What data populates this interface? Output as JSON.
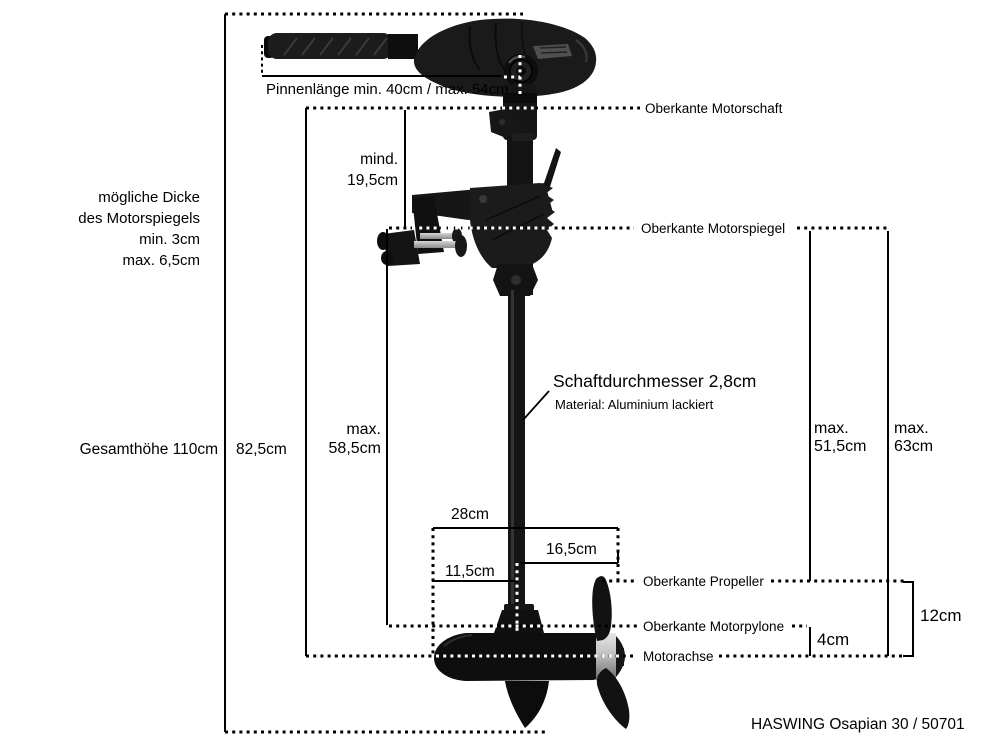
{
  "page": {
    "background": "#ffffff",
    "line_color": "#000000"
  },
  "labels": {
    "pinnenlaenge": "Pinnenlänge min. 40cm / max. 54cm",
    "oberkante_motorschaft": "Oberkante Motorschaft",
    "oberkante_motorspiegel": "Oberkante Motorspiegel",
    "oberkante_propeller": "Oberkante Propeller",
    "oberkante_motorpylone": "Oberkante Motorpylone",
    "motorachse": "Motorachse",
    "schaftdurchmesser": "Schaftdurchmesser 2,8cm",
    "material": "Material: Aluminium lackiert",
    "gesamthoehe": "Gesamthöhe 110cm",
    "hoehe_82_5": "82,5cm",
    "breite_28": "28cm",
    "breite_16_5": "16,5cm",
    "breite_11_5": "11,5cm",
    "abstand_4": "4cm",
    "abstand_12": "12cm",
    "footer": "HASWING Osapian 30 / 50701"
  },
  "multiline": {
    "spiegel_dicke": [
      "mögliche Dicke",
      "des Motorspiegels",
      "min. 3cm",
      "max. 6,5cm"
    ],
    "mind_19_5": [
      "mind.",
      "19,5cm"
    ],
    "max_58_5": [
      "max.",
      "58,5cm"
    ],
    "max_51_5": [
      "max.",
      "51,5cm"
    ],
    "max_63": [
      "max.",
      "63cm"
    ]
  }
}
